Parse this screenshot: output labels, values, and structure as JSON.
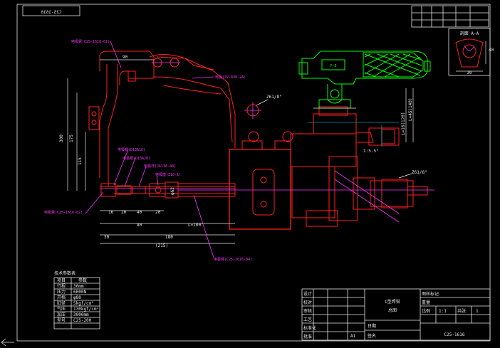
{
  "drawing_number_mirrored": "C25-1616",
  "callouts": {
    "c1": "电极臂(C25-1616-01)",
    "c2": "电极(ZV-R38-2A)",
    "c3": "电极帽(D13A16)",
    "c4": "电极帽(D13A20)",
    "c5": "电极杆(J613A-40)",
    "c6": "电极座(Z10-1)",
    "c7": "电极臂(C25-1616-02)",
    "c8": "电极臂(C25-1616-04)"
  },
  "gun_label": "F-E",
  "dims": {
    "d90": "90",
    "d300": "300",
    "d175": "175",
    "d115": "115",
    "d16": "16",
    "d20": "20",
    "d40": "40",
    "d20b": "20",
    "d30": "30",
    "d80": "80",
    "d180": "180",
    "d215": "(215)",
    "d_l100": "L=100",
    "d62": "φ62",
    "angle1": "Z61/8\"",
    "angle2": "Z61/8\"",
    "inclin": "1:5.5°",
    "side_a": "L=16(120)",
    "side_b": "L=45(140)"
  },
  "section": {
    "title": "剖面 A-A",
    "w": "30",
    "h": "40"
  },
  "tech_table": {
    "title": "技术参数表",
    "header": [
      "项目",
      "参数"
    ],
    "rows": [
      [
        "行程",
        "30mm"
      ],
      [
        "压力",
        "6000N"
      ],
      [
        "开档",
        "φ80"
      ],
      [
        "缸径",
        "5kgf/cm²"
      ],
      [
        "气压",
        "130kgf/cm²"
      ],
      [
        "加压",
        "3000mm"
      ],
      [
        "型号",
        "C25-200"
      ]
    ]
  },
  "title_block": {
    "name": "C型焊钳",
    "sub": "总图",
    "drawing_no": "C25-1616",
    "scale_label": "比例",
    "scale": "1:1",
    "sheet_label": "共张",
    "sheet": "1",
    "left_labels": [
      "设计",
      "校对",
      "审核",
      "工艺",
      "标准化",
      "批准"
    ],
    "right_labels": [
      "图样标记",
      "重量",
      "比例"
    ],
    "mid_labels": [
      "日期",
      "签名",
      "A1"
    ]
  }
}
